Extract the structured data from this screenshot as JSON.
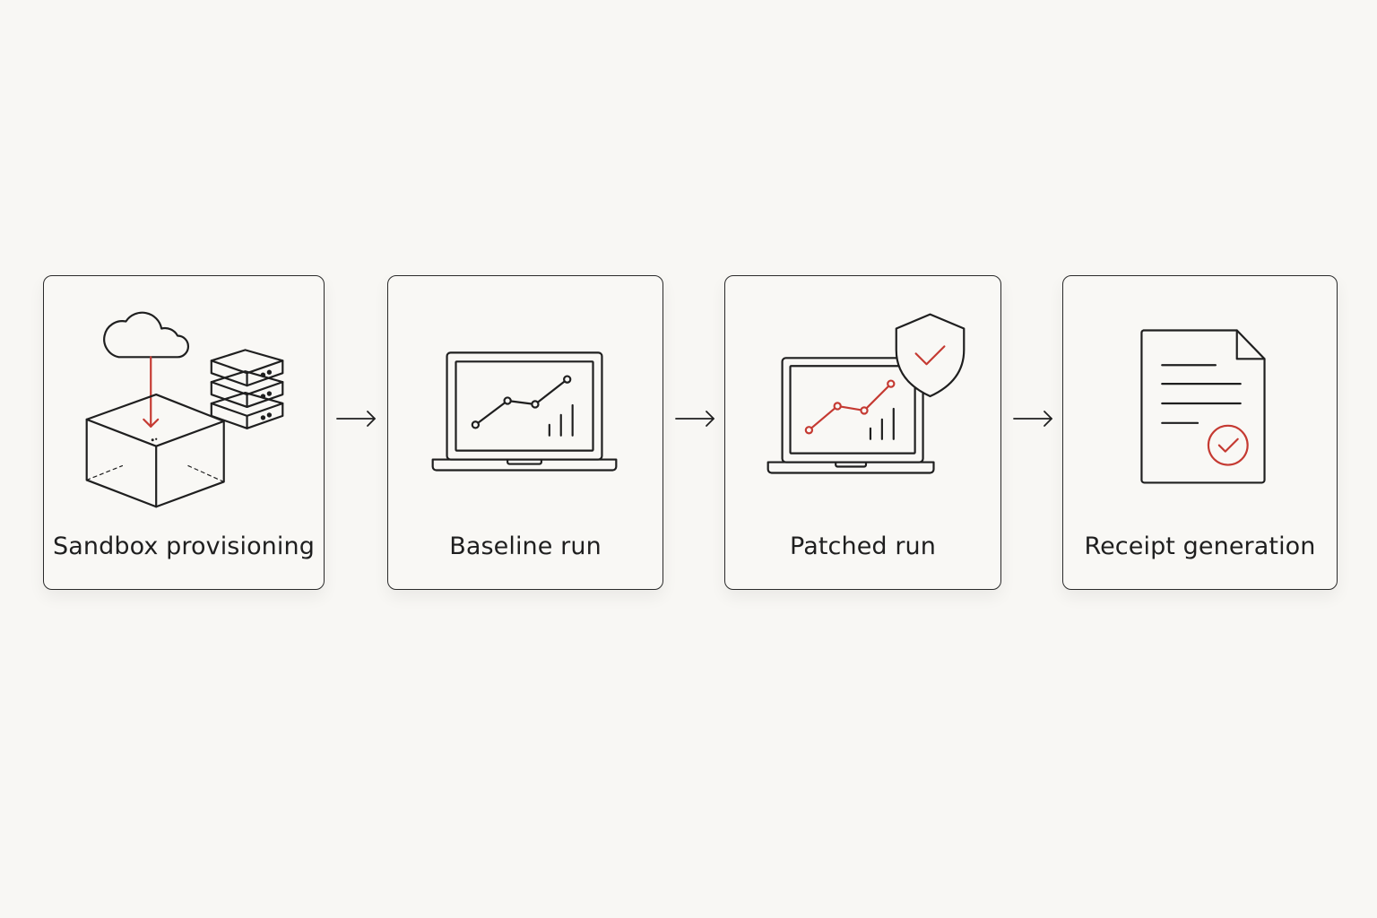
{
  "colors": {
    "background": "#f8f7f4",
    "stroke": "#1f1f1f",
    "accent": "#c53a32"
  },
  "steps": [
    {
      "label": "Sandbox provisioning",
      "icon": "cloud-to-box-with-servers-icon"
    },
    {
      "label": "Baseline run",
      "icon": "laptop-chart-icon"
    },
    {
      "label": "Patched run",
      "icon": "laptop-chart-shield-check-icon"
    },
    {
      "label": "Receipt generation",
      "icon": "document-check-icon"
    }
  ],
  "connectors": [
    "arrow-right-icon",
    "arrow-right-icon",
    "arrow-right-icon"
  ]
}
